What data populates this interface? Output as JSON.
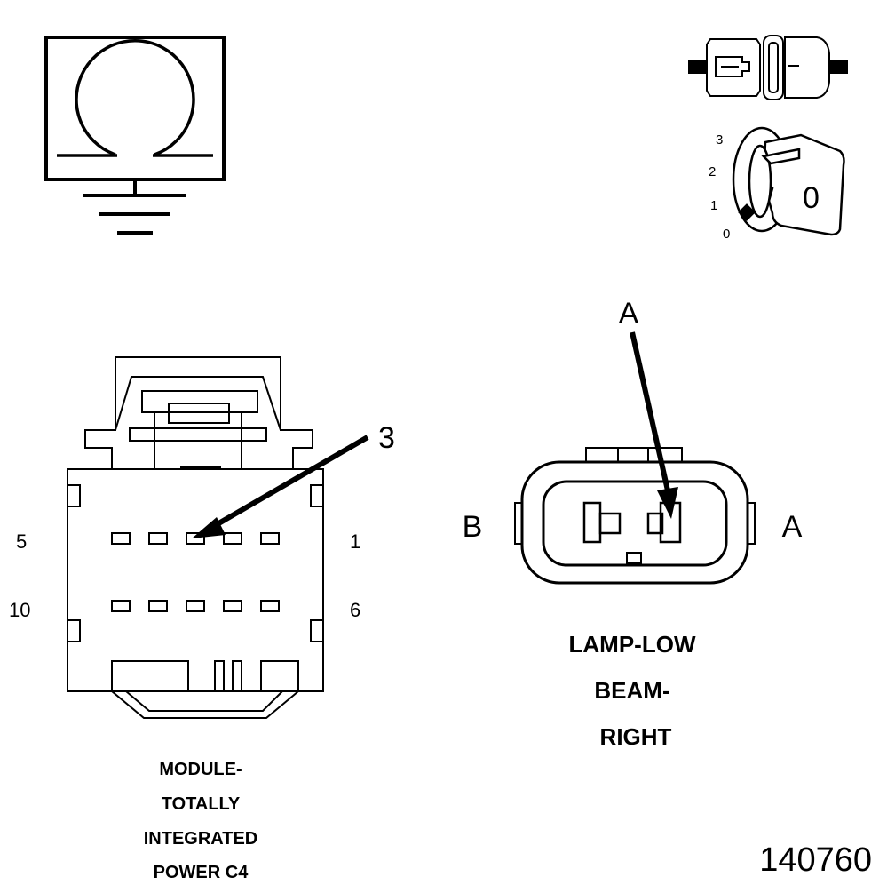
{
  "icons": {
    "ohmmeter": "ohmmeter-ground-icon",
    "disconnect": "connector-disconnect-icon",
    "ignition": "ignition-key-icon"
  },
  "ignition": {
    "positions": [
      "3",
      "2",
      "1",
      "0"
    ],
    "key_position": "0"
  },
  "left_connector": {
    "callout": "3",
    "pin_labels": {
      "top_left": "5",
      "top_right": "1",
      "bottom_left": "10",
      "bottom_right": "6"
    },
    "title_lines": [
      "MODULE-",
      "TOTALLY",
      "INTEGRATED",
      "POWER C4"
    ]
  },
  "right_connector": {
    "callout": "A",
    "side_left": "B",
    "side_right": "A",
    "title_lines": [
      "LAMP-LOW",
      "BEAM-",
      "RIGHT"
    ]
  },
  "figure_number": "140760"
}
